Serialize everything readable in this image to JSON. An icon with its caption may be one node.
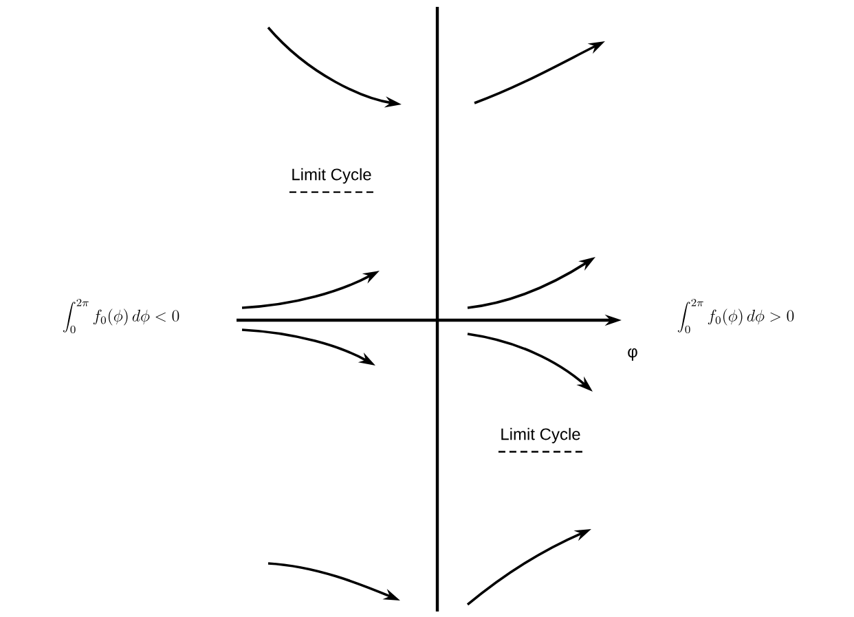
{
  "diagram": {
    "labels": [
      "Limit Cycle",
      "\\displaystyle\\int_0^{2\\pi} f_0(\\phi)\\,d\\phi < 0",
      "φ",
      "\\displaystyle\\int_0^{2\\pi} f_0(\\phi)\\,d\\phi > 0",
      "Limit Cycle"
    ]
  }
}
